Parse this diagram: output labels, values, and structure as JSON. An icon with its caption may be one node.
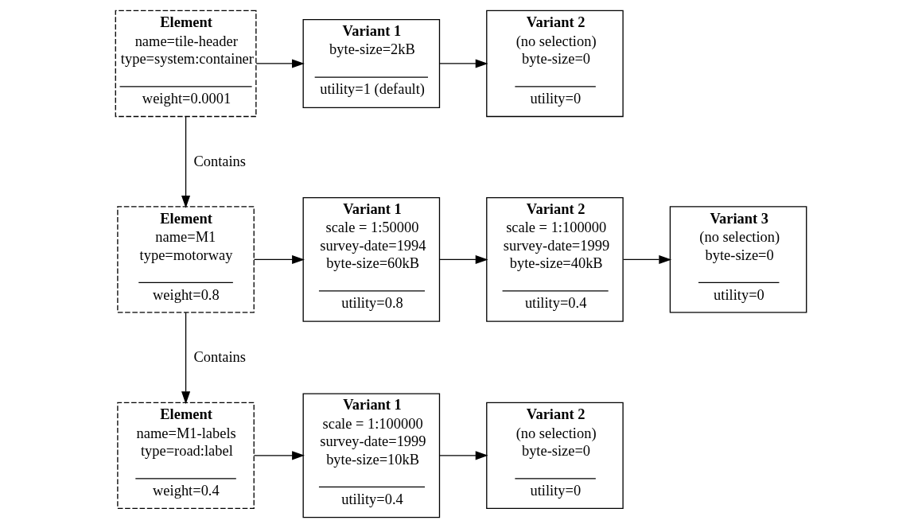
{
  "diagram": {
    "nodes": [
      {
        "text": [
          "Element",
          "name=tile-header",
          "type=system:container",
          "weight=0.0001"
        ]
      },
      {
        "text": [
          "Variant 1",
          "byte-size=2kB",
          "utility=1 (default)"
        ]
      },
      {
        "text": [
          "Variant 2",
          "(no selection)",
          "byte-size=0",
          "utility=0"
        ]
      },
      {
        "text": [
          "Element",
          "name=M1",
          "type=motorway",
          "weight=0.8"
        ]
      },
      {
        "text": [
          "Variant 1",
          "scale = 1:50000",
          "survey-date=1994",
          "byte-size=60kB",
          "utility=0.8"
        ]
      },
      {
        "text": [
          "Variant 2",
          "scale = 1:100000",
          "survey-date=1999",
          "byte-size=40kB",
          "utility=0.4"
        ]
      },
      {
        "text": [
          "Variant 3",
          "(no selection)",
          "byte-size=0",
          "utility=0"
        ]
      },
      {
        "text": [
          "Element",
          "name=M1-labels",
          "type=road:label",
          "weight=0.4"
        ]
      },
      {
        "text": [
          "Variant 1",
          "scale = 1:100000",
          "survey-date=1999",
          "byte-size=10kB",
          "utility=0.4"
        ]
      },
      {
        "text": [
          "Variant 2",
          "(no selection)",
          "byte-size=0",
          "utility=0"
        ]
      }
    ],
    "edges": [
      {
        "from": 0,
        "to": 1,
        "arrow": "to"
      },
      {
        "from": 1,
        "to": 2,
        "arrow": "to"
      },
      {
        "from": 0,
        "to": 3,
        "arrow": "to",
        "label": "Contains"
      },
      {
        "from": 3,
        "to": 4,
        "arrow": "to"
      },
      {
        "from": 4,
        "to": 5,
        "arrow": "to"
      },
      {
        "from": 5,
        "to": 6,
        "arrow": "to"
      },
      {
        "from": 3,
        "to": 7,
        "arrow": "to",
        "label": "Contains"
      },
      {
        "from": 7,
        "to": 8,
        "arrow": "to"
      },
      {
        "from": 8,
        "to": 9,
        "arrow": "to"
      }
    ]
  }
}
